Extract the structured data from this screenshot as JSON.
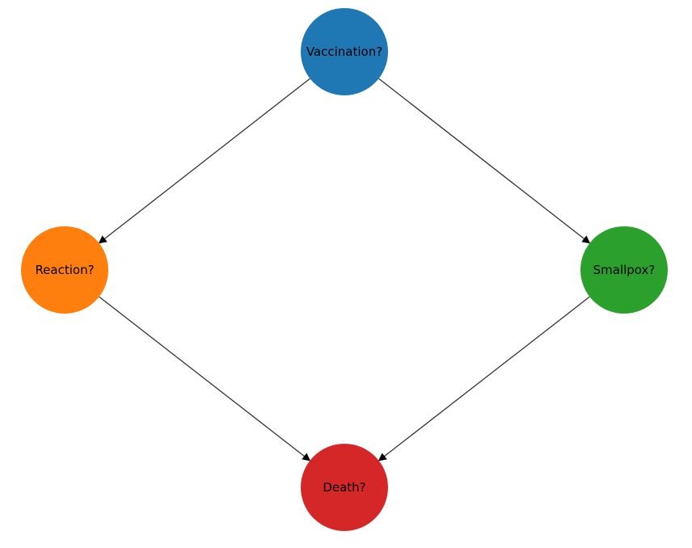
{
  "nodes": [
    {
      "id": "vaccination",
      "label": "Vaccination?",
      "color": "#1f77b4"
    },
    {
      "id": "reaction",
      "label": "Reaction?",
      "color": "#ff7f0e"
    },
    {
      "id": "smallpox",
      "label": "Smallpox?",
      "color": "#2ca02c"
    },
    {
      "id": "death",
      "label": "Death?",
      "color": "#d62728"
    }
  ],
  "edges": [
    {
      "from": "vaccination",
      "to": "reaction"
    },
    {
      "from": "vaccination",
      "to": "smallpox"
    },
    {
      "from": "reaction",
      "to": "death"
    },
    {
      "from": "smallpox",
      "to": "death"
    }
  ]
}
